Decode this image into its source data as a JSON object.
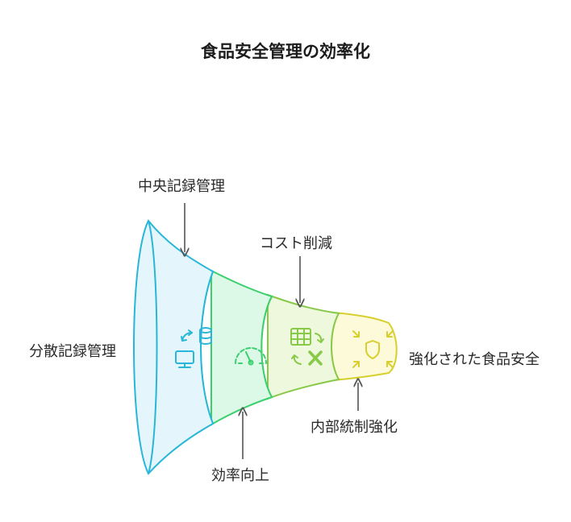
{
  "title": "食品安全管理の効率化",
  "input_label": "分散記録管理",
  "output_label": "強化された食品安全",
  "stages": [
    {
      "label": "中央記録管理",
      "icon": "sync-database-monitor-icon",
      "color": "#e4f6fb",
      "border": "#29b6d9"
    },
    {
      "label": "効率向上",
      "icon": "gauge-icon",
      "color": "#dcf8e6",
      "border": "#3bcf6e"
    },
    {
      "label": "コスト削減",
      "icon": "spreadsheet-excel-icon",
      "color": "#eef8dc",
      "border": "#88c94a"
    },
    {
      "label": "内部統制強化",
      "icon": "shield-arrows-icon",
      "color": "#fcfad8",
      "border": "#d8cf2e"
    }
  ],
  "colors": {
    "arrow": "#555555"
  }
}
